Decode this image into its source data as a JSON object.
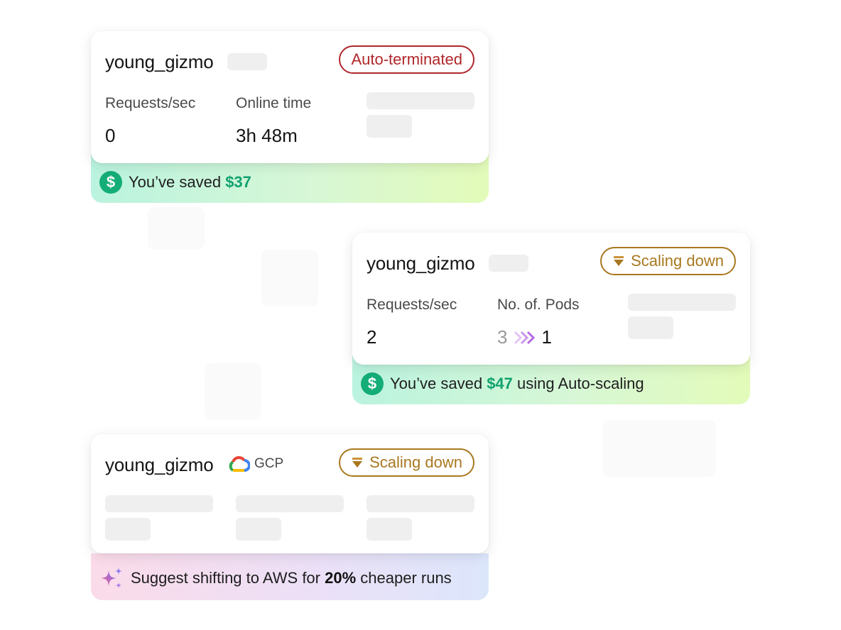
{
  "cards": [
    {
      "name": "young_gizmo",
      "badge": "Auto-terminated",
      "metrics": [
        {
          "label": "Requests/sec",
          "value": "0"
        },
        {
          "label": "Online time",
          "value": "3h 48m"
        }
      ],
      "footer": {
        "prefix": "You’ve saved ",
        "amount": "$37",
        "suffix": ""
      }
    },
    {
      "name": "young_gizmo",
      "badge": "Scaling down",
      "metrics": [
        {
          "label": "Requests/sec",
          "value": "2"
        },
        {
          "label": "No. of. Pods",
          "from": "3",
          "to": "1"
        }
      ],
      "footer": {
        "prefix": "You’ve saved ",
        "amount": "$47",
        "suffix": " using Auto-scaling"
      }
    },
    {
      "name": "young_gizmo",
      "provider": "GCP",
      "badge": "Scaling down",
      "footer": {
        "prefix": "Suggest shifting to AWS for ",
        "percent": "20%",
        "suffix": " cheaper runs"
      }
    }
  ],
  "icons": {
    "dollar": "$",
    "savings_icon": "dollar-coin-icon",
    "scaling_icon": "triangle-down-icon",
    "pods_arrow_icon": "triple-chevron-right-icon",
    "suggest_icon": "sparkle-icon",
    "provider_icon": "google-cloud-icon"
  },
  "colors": {
    "terminated": "#b0272b",
    "scaling": "#a8781f",
    "savings": "#11a26f",
    "arrow": "#b46be0"
  }
}
